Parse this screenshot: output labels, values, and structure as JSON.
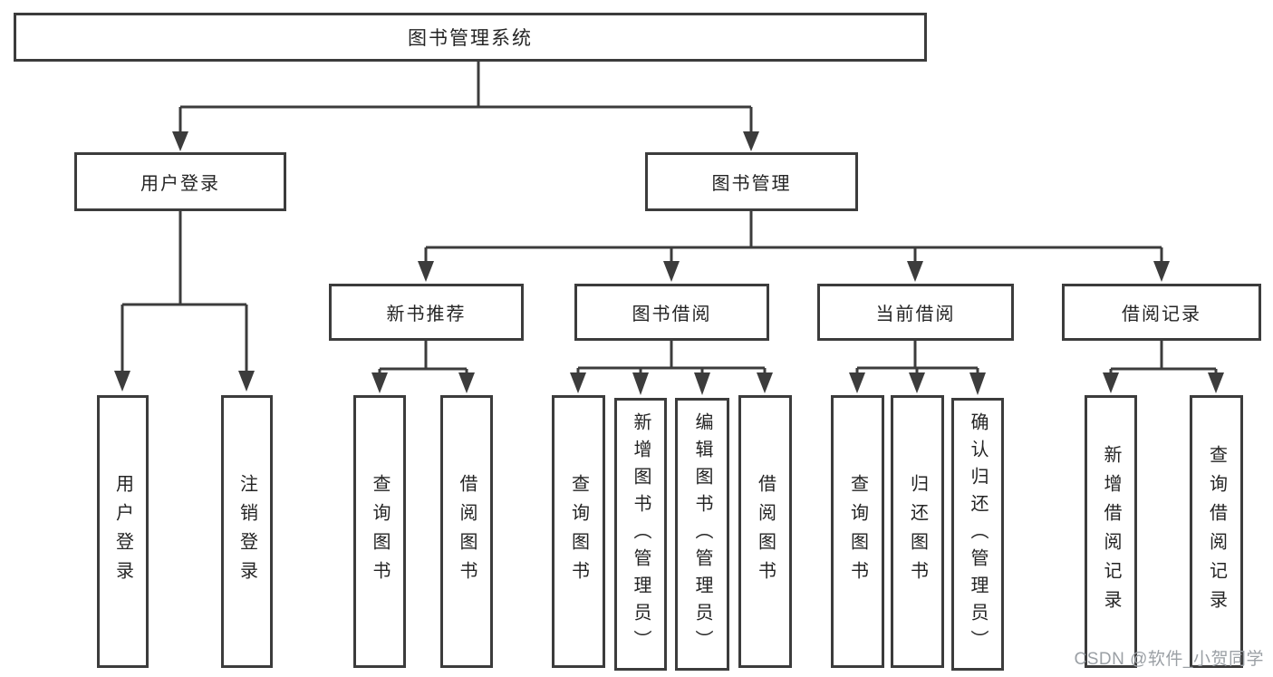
{
  "tree": {
    "label": "图书管理系统",
    "children": [
      {
        "label": "用户登录",
        "children": [
          {
            "label": "用户登录"
          },
          {
            "label": "注销登录"
          }
        ]
      },
      {
        "label": "图书管理",
        "children": [
          {
            "label": "新书推荐",
            "children": [
              {
                "label": "查询图书"
              },
              {
                "label": "借阅图书"
              }
            ]
          },
          {
            "label": "图书借阅",
            "children": [
              {
                "label": "查询图书"
              },
              {
                "label": "新增图书（管理员）"
              },
              {
                "label": "编辑图书（管理员）"
              },
              {
                "label": "借阅图书"
              }
            ]
          },
          {
            "label": "当前借阅",
            "children": [
              {
                "label": "查询图书"
              },
              {
                "label": "归还图书"
              },
              {
                "label": "确认归还（管理员）"
              }
            ]
          },
          {
            "label": "借阅记录",
            "children": [
              {
                "label": "新增借阅记录"
              },
              {
                "label": "查询借阅记录"
              }
            ]
          }
        ]
      }
    ]
  },
  "watermark": "CSDN @软件_小贺同学",
  "colors": {
    "line": "#3c3c3c",
    "box_border": "#3c3c3c",
    "text": "#242424",
    "watermark": "#9ba0a5",
    "background": "#ffffff"
  }
}
